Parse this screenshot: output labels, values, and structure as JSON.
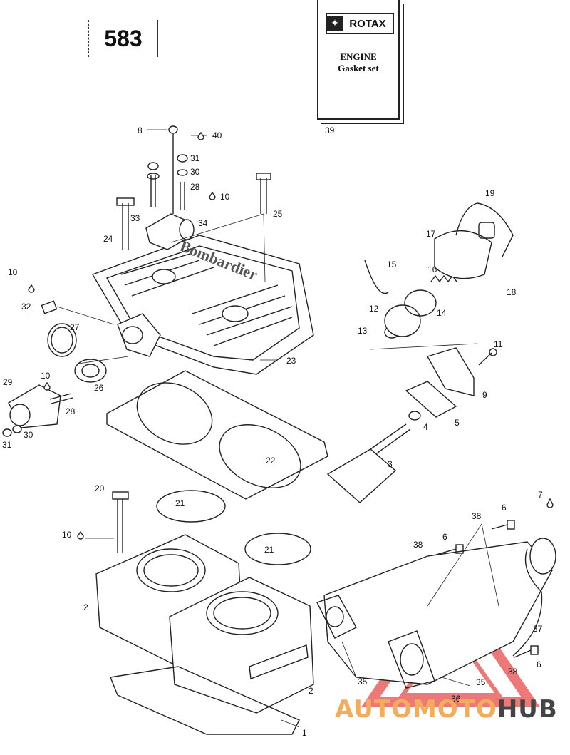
{
  "model_number": "583",
  "booklet": {
    "brand_icon": "rotax-logo-icon",
    "brand": "ROTAX",
    "title_line1": "ENGINE",
    "title_line2": "Gasket set"
  },
  "watermark": {
    "part1": "AUTOMOTO",
    "part2": "HUB",
    "color_accent": "#e84b4b",
    "color_text": "#f2ad5c"
  },
  "callouts": [
    "39",
    "8",
    "40",
    "31",
    "30",
    "28",
    "10",
    "25",
    "33",
    "34",
    "24",
    "19",
    "17",
    "15",
    "16",
    "18",
    "10",
    "32",
    "12",
    "14",
    "27",
    "13",
    "11",
    "23",
    "29",
    "10",
    "26",
    "28",
    "9",
    "5",
    "4",
    "31",
    "30",
    "22",
    "3",
    "20",
    "21",
    "7",
    "6",
    "38",
    "10",
    "6",
    "21",
    "38",
    "2",
    "37",
    "6",
    "38",
    "2",
    "35",
    "35",
    "36",
    "1"
  ],
  "head_text": "Bombardier"
}
